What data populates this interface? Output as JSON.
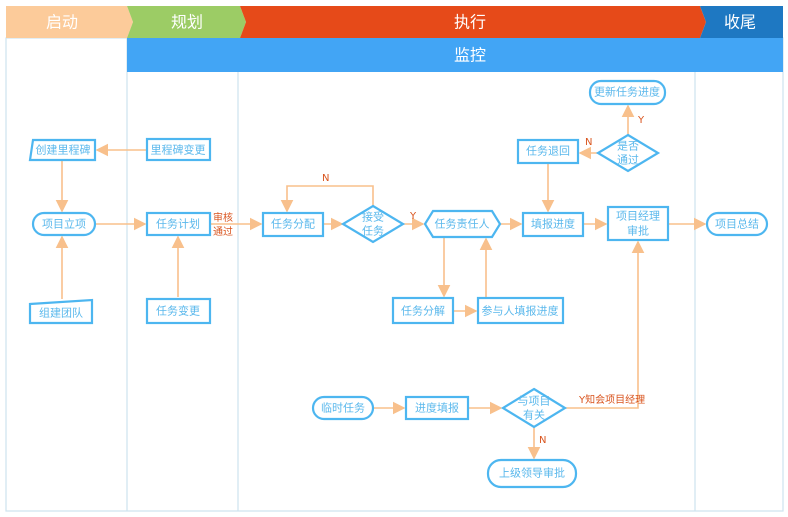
{
  "phases": [
    {
      "label": "启动",
      "color": "#fccb9a"
    },
    {
      "label": "规划",
      "color": "#9ccc65"
    },
    {
      "label": "执行",
      "color": "#e64a19"
    },
    {
      "label": "收尾",
      "color": "#1e78c2"
    }
  ],
  "monitor": {
    "label": "监控",
    "color": "#42a5f5"
  },
  "nodes": {
    "milestone_create": "创建里程碑",
    "milestone_change": "里程碑变更",
    "project_init": "项目立项",
    "team_build": "组建团队",
    "task_plan": "任务计划",
    "task_change": "任务变更",
    "approve_1": "审核",
    "approve_2": "通过",
    "task_assign": "任务分配",
    "accept_1": "接受",
    "accept_2": "任务",
    "task_owner": "任务责任人",
    "fill_progress": "填报进度",
    "pm_approve_1": "项目经理",
    "pm_approve_2": "审批",
    "summary": "项目总结",
    "task_return": "任务退回",
    "pass_1": "是否",
    "pass_2": "通过",
    "update_progress": "更新任务进度",
    "task_decompose": "任务分解",
    "participant_fill": "参与人填报进度",
    "temp_task": "临时任务",
    "progress_fill": "进度填报",
    "related_1": "与项目",
    "related_2": "有关",
    "leader_approve": "上级领导审批"
  },
  "edge_labels": {
    "n1": "N",
    "y1": "Y",
    "n2": "N",
    "y2": "Y",
    "n3": "N",
    "y_notify": "Y知会项目经理"
  },
  "colors": {
    "node_border": "#4db6f0",
    "node_text": "#5ab8ec",
    "arrow": "#f8c08c",
    "label": "#d9541e"
  }
}
